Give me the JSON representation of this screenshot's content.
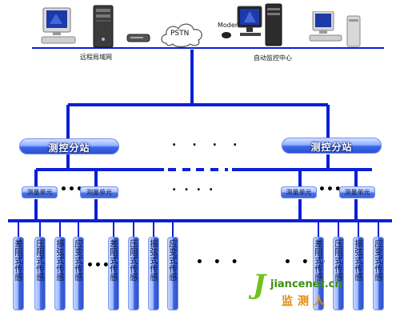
{
  "top": {
    "remote_lan": "远程局域网",
    "auto_center": "自动监控中心",
    "pstn": "PSTN",
    "modem": "Moden"
  },
  "station_label": "测控分站",
  "unit_label": "测量单元",
  "sensors": [
    "差阻式传感",
    "压阻式传感",
    "振弦式传感",
    "应变式传感"
  ],
  "watermark": {
    "text": "jiancenet.cn",
    "sub": "监测人",
    "letter": "J"
  },
  "colors": {
    "bus": "#0a1fd6",
    "accent": "#3c66e8"
  }
}
